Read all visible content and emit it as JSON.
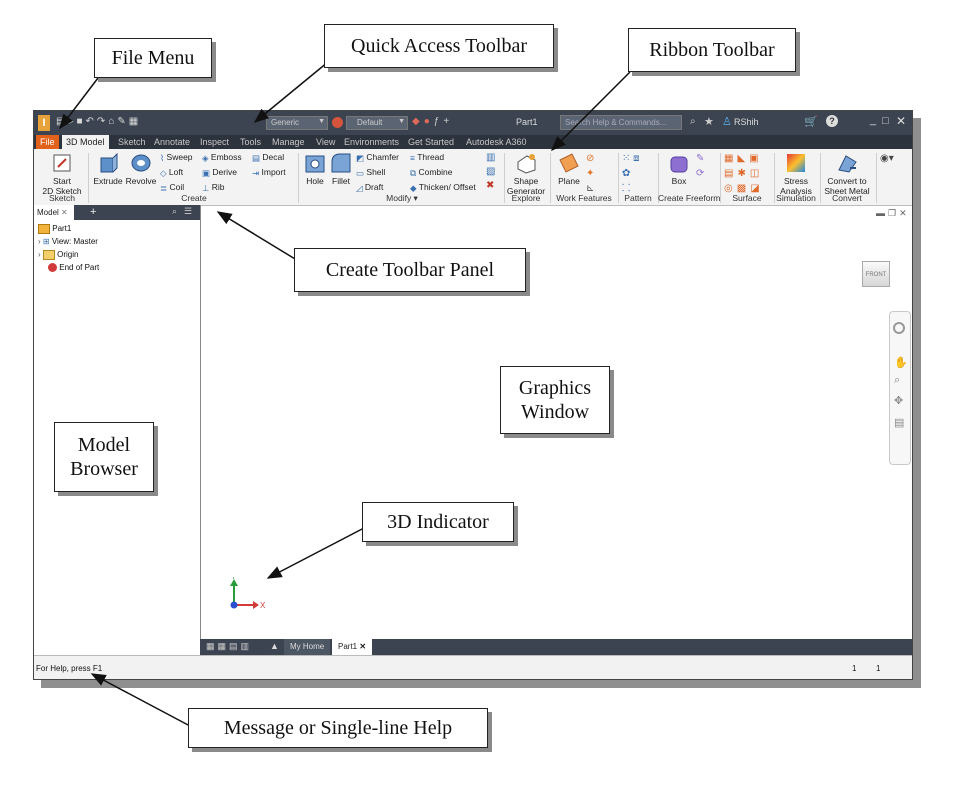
{
  "callouts": {
    "file_menu": "File Menu",
    "quick_access": "Quick Access Toolbar",
    "ribbon_toolbar": "Ribbon Toolbar",
    "create_panel": "Create Toolbar Panel",
    "graphics_window": "Graphics Window",
    "model_browser": "Model Browser",
    "indicator_3d": "3D Indicator",
    "message_help": "Message or Single-line Help"
  },
  "titlebar": {
    "material": "Generic",
    "appearance": "Default",
    "doc_name": "Part1",
    "search_placeholder": "Search Help & Commands...",
    "user": "RShih"
  },
  "tabs": [
    "File",
    "3D Model",
    "Sketch",
    "Annotate",
    "Inspect",
    "Tools",
    "Manage",
    "View",
    "Environments",
    "Get Started",
    "Autodesk A360"
  ],
  "ribbon": {
    "sketch": {
      "start": "Start",
      "sketch2d": "2D Sketch",
      "panel": "Sketch"
    },
    "create": {
      "extrude": "Extrude",
      "revolve": "Revolve",
      "sweep": "Sweep",
      "loft": "Loft",
      "coil": "Coil",
      "emboss": "Emboss",
      "derive": "Derive",
      "rib": "Rib",
      "decal": "Decal",
      "import": "Import",
      "panel": "Create"
    },
    "modify": {
      "hole": "Hole",
      "fillet": "Fillet",
      "chamfer": "Chamfer",
      "shell": "Shell",
      "draft": "Draft",
      "thread": "Thread",
      "combine": "Combine",
      "thicken": "Thicken/ Offset",
      "panel": "Modify ▾"
    },
    "explore": {
      "shape": "Shape",
      "generator": "Generator",
      "panel": "Explore"
    },
    "work": {
      "plane": "Plane",
      "panel": "Work Features"
    },
    "pattern": {
      "panel": "Pattern"
    },
    "freeform": {
      "box": "Box",
      "panel": "Create Freeform"
    },
    "surface": {
      "panel": "Surface"
    },
    "simulation": {
      "stress": "Stress",
      "analysis": "Analysis",
      "panel": "Simulation"
    },
    "convert": {
      "to": "Convert to",
      "sheet": "Sheet Metal",
      "panel": "Convert"
    }
  },
  "browser": {
    "tab": "Model",
    "items": [
      "Part1",
      "View: Master",
      "Origin",
      "End of Part"
    ]
  },
  "viewcube": "FRONT",
  "bottom_tabs": {
    "home": "My Home",
    "part": "Part1"
  },
  "status": {
    "help": "For Help, press F1",
    "n1": "1",
    "n2": "1"
  },
  "axis": {
    "x": "X",
    "y": "Y"
  }
}
